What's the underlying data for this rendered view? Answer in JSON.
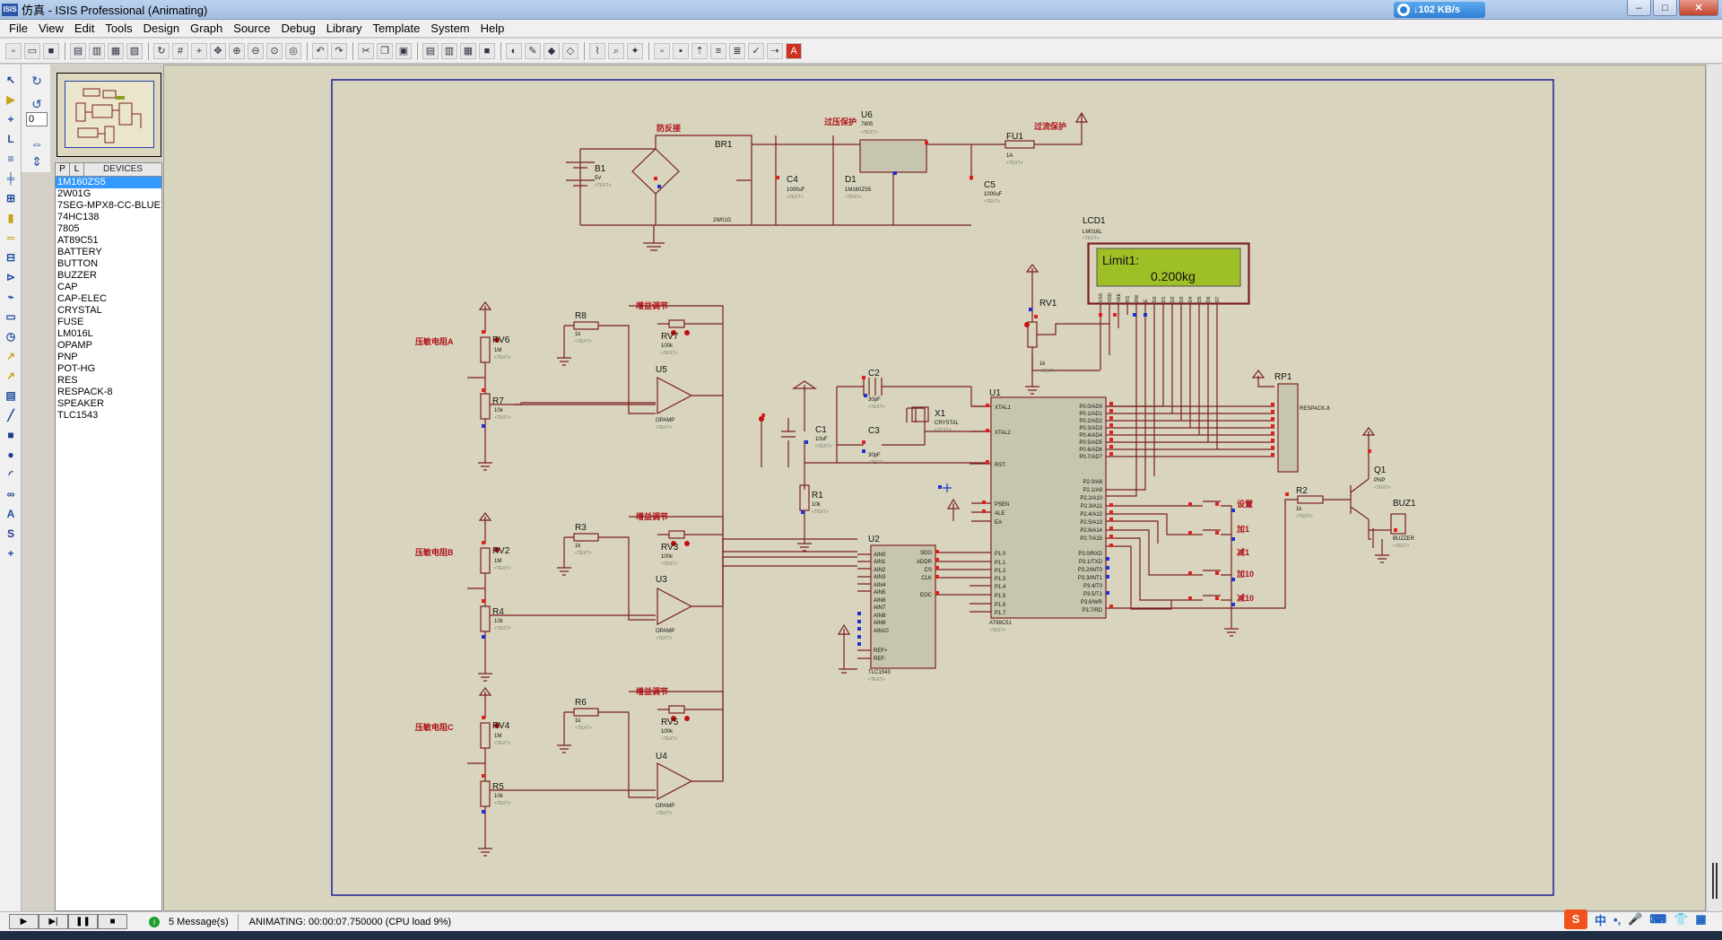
{
  "window": {
    "app_badge": "ISIS",
    "title": "仿真 - ISIS Professional (Animating)",
    "net_speed": "↓102 KB/s",
    "btn_min": "–",
    "btn_max": "□",
    "btn_close": "✕"
  },
  "menu": [
    "File",
    "View",
    "Edit",
    "Tools",
    "Design",
    "Graph",
    "Source",
    "Debug",
    "Library",
    "Template",
    "System",
    "Help"
  ],
  "rotation_value": "0",
  "devices": {
    "tab_p": "P",
    "tab_l": "L",
    "header": "DEVICES",
    "items": [
      "1M160ZS5",
      "2W01G",
      "7SEG-MPX8-CC-BLUE",
      "74HC138",
      "7805",
      "AT89C51",
      "BATTERY",
      "BUTTON",
      "BUZZER",
      "CAP",
      "CAP-ELEC",
      "CRYSTAL",
      "FUSE",
      "LM016L",
      "OPAMP",
      "PNP",
      "POT-HG",
      "RES",
      "RESPACK-8",
      "SPEAKER",
      "TLC1543"
    ]
  },
  "schematic": {
    "lcd_line1": "Limit1:",
    "lcd_line2": "0.200kg",
    "lcd_ref": "LCD1",
    "lcd_part": "LM016L",
    "anti_reverse": "防反接",
    "over_voltage": "过压保护",
    "over_current": "过流保护",
    "gain_adjust": "增益调节",
    "sensor_a": "压敏电阻A",
    "sensor_b": "压敏电阻B",
    "sensor_c": "压敏电阻C",
    "btn_set": "设置",
    "btn_add": "加1",
    "btn_sub": "减1",
    "btn_add10": "加10",
    "btn_sub10": "减10",
    "text_tag": "<TEXT>",
    "refs": {
      "b1": "B1",
      "b1_val": "5V",
      "br1": "BR1",
      "br1_val": "2W01G",
      "c4": "C4",
      "c4_val": "1000uF",
      "d1": "D1",
      "d1_val": "1M160ZS5",
      "u6": "U6",
      "u6_val": "7805",
      "c5": "C5",
      "c5_val": "1000uF",
      "fu1": "FU1",
      "fu1_val": "1A",
      "rv6": "RV6",
      "rv6_val": "1M",
      "rv2": "RV2",
      "rv2_val": "1M",
      "rv4": "RV4",
      "rv4_val": "1M",
      "r7": "R7",
      "r4": "R4",
      "r5": "R5",
      "r10k": "10k",
      "r8": "R8",
      "r3": "R3",
      "r6": "R6",
      "r1k": "1k",
      "rv7": "RV7",
      "rv3": "RV3",
      "rv5": "RV5",
      "rv100k": "100k",
      "u5": "U5",
      "u3": "U3",
      "u4": "U4",
      "opamp": "OPAMP",
      "c2": "C2",
      "c3": "C3",
      "c30p": "30pF",
      "x1": "X1",
      "crystal": "CRYSTAL",
      "c1": "C1",
      "c1_val": "10uF",
      "r1": "R1",
      "u1": "U1",
      "u1_val": "AT89C51",
      "u2": "U2",
      "u2_val": "TLC1543",
      "rv1": "RV1",
      "rv1_val": "1k",
      "rp1": "RP1",
      "rp1_val": "RESPACK-8",
      "r2": "R2",
      "q1": "Q1",
      "q1_val": "PNP",
      "buz1": "BUZ1",
      "buz1_val": "BUZZER"
    },
    "u1_pins_left": [
      "XTAL1",
      "XTAL2",
      "RST",
      "PSEN",
      "ALE",
      "EA"
    ],
    "u1_pins_right_p0": [
      "P0.0/AD0",
      "P0.1/AD1",
      "P0.2/AD2",
      "P0.3/AD3",
      "P0.4/AD4",
      "P0.5/AD5",
      "P0.6/AD6",
      "P0.7/AD7"
    ],
    "u1_pins_right_p2": [
      "P2.0/A8",
      "P2.1/A9",
      "P2.2/A10",
      "P2.3/A11",
      "P2.4/A12",
      "P2.5/A13",
      "P2.6/A14",
      "P2.7/A15"
    ],
    "u1_pins_right_p3": [
      "P3.0/RXD",
      "P3.1/TXD",
      "P3.2/INT0",
      "P3.3/INT1",
      "P3.4/T0",
      "P3.5/T1",
      "P3.6/WR",
      "P3.7/RD"
    ],
    "u1_pins_left_p1": [
      "P1.0",
      "P1.1",
      "P1.2",
      "P1.3",
      "P1.4",
      "P1.5",
      "P1.6",
      "P1.7"
    ],
    "u2_pins_left": [
      "AIN0",
      "AIN1",
      "AIN2",
      "AIN3",
      "AIN4",
      "AIN5",
      "AIN6",
      "AIN7",
      "AIN8",
      "AIN9",
      "AIN10",
      "REF+",
      "REF-"
    ],
    "u2_pins_right": [
      "SDO",
      "ADDR",
      "CS",
      "CLK",
      "EOC"
    ],
    "lcd_pins": [
      "VSS",
      "VDD",
      "VEE",
      "RS",
      "RW",
      "E",
      "D0",
      "D1",
      "D2",
      "D3",
      "D4",
      "D5",
      "D6",
      "D7"
    ]
  },
  "status": {
    "messages": "5 Message(s)",
    "text": "ANIMATING: 00:00:07.750000 (CPU load 9%)"
  },
  "ime": {
    "logo": "S",
    "lang": "中",
    "punct": "•,",
    "mic": "🎤",
    "kbd": "⌨",
    "shirt": "👕",
    "grid": "▦"
  }
}
